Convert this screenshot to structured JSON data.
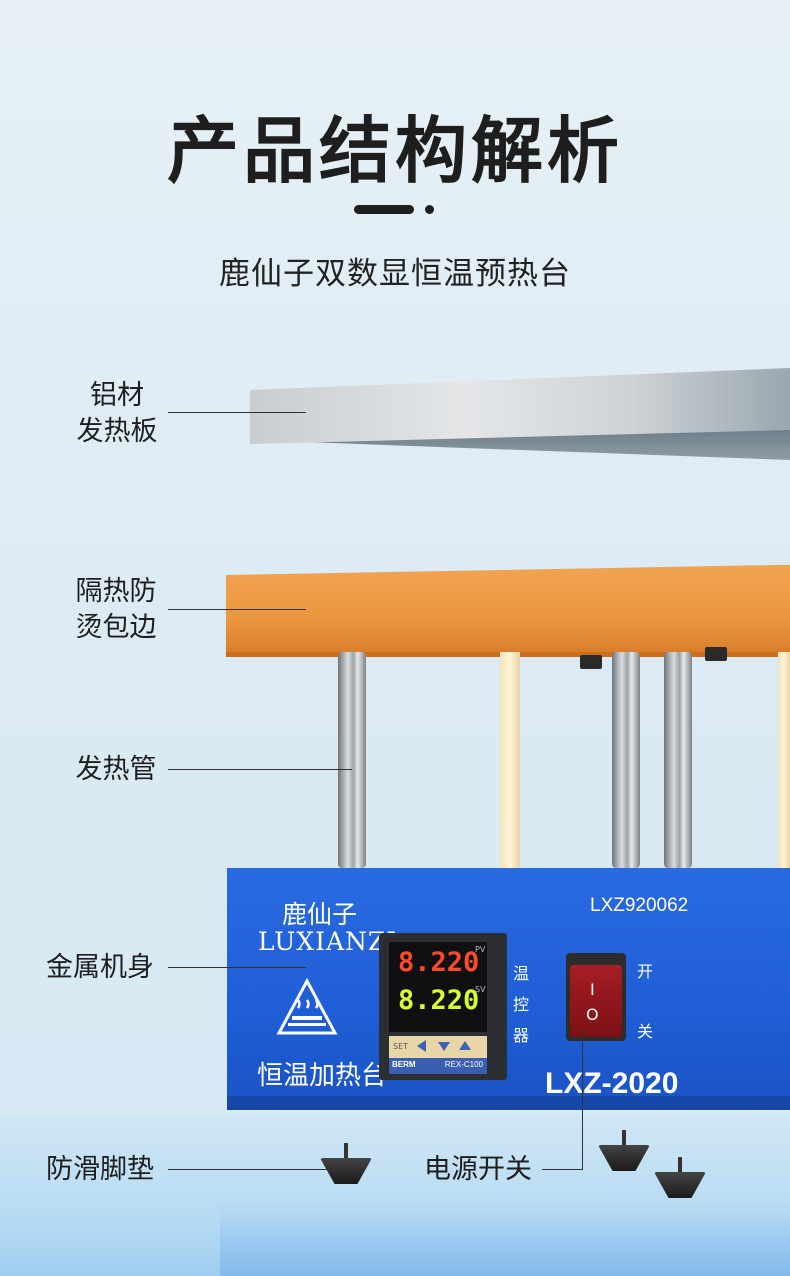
{
  "header": {
    "title": "产品结构解析",
    "subtitle": "鹿仙子双数显恒温预热台"
  },
  "parts": {
    "aluminum_plate": [
      "铝材",
      "发热板"
    ],
    "insulation_edge": [
      "隔热防",
      "烫包边"
    ],
    "heating_tube": "发热管",
    "metal_body": "金属机身",
    "anti_slip_feet": "防滑脚垫",
    "power_switch": "电源开关"
  },
  "device": {
    "brand_cn": "鹿仙子",
    "brand_en": "LUXIANZI",
    "serial": "LXZ920062",
    "model": "LXZ-2020",
    "product_name": "恒温加热台",
    "controller_label": [
      "温",
      "控",
      "器"
    ],
    "switch_label": [
      "开",
      "关"
    ],
    "switch_marks": [
      "I",
      "O"
    ],
    "controller": {
      "pv_value": "8.220",
      "sv_value": "8.220",
      "pv_tag": "PV",
      "sv_tag": "SV",
      "brand": "BERM",
      "model": "REX-C100",
      "set_key": "SET"
    }
  },
  "colors": {
    "body_blue": "#1f5ed6",
    "insulation_orange": "#ec9740",
    "switch_red": "#a51e24"
  }
}
